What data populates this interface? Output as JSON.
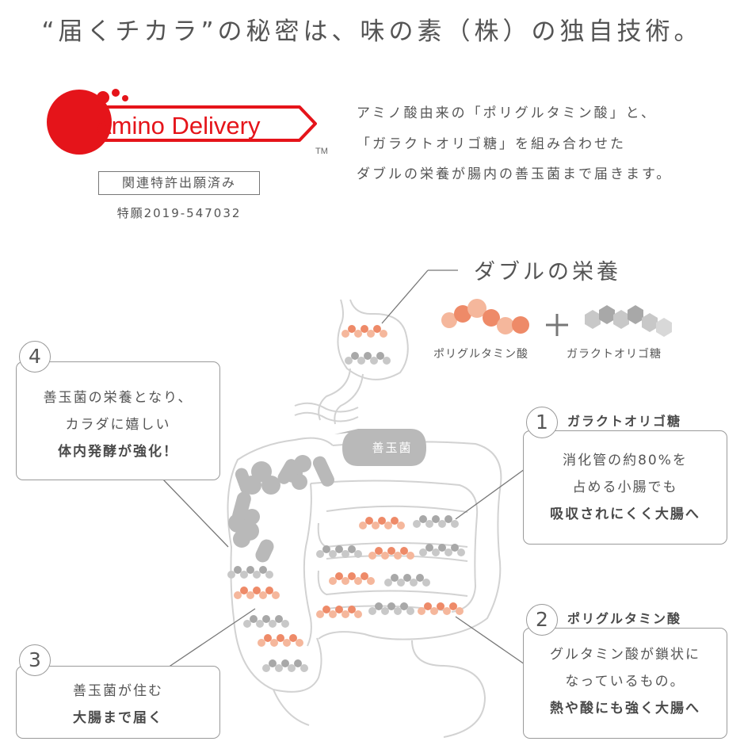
{
  "title": "“届くチカラ”の秘密は、味の素（株）の独自技術。",
  "logo": {
    "text": "Amino Delivery",
    "tm": "TM"
  },
  "patent": {
    "label": "関連特許出願済み",
    "number": "特願2019-547032"
  },
  "intro": [
    "アミノ酸由来の「ポリグルタミン酸」と、",
    "「ガラクトオリゴ糖」を組み合わせた",
    "ダブルの栄養が腸内の善玉菌まで届きます。"
  ],
  "double_nutrition": {
    "title": "ダブルの栄養",
    "left_label": "ポリグルタミン酸",
    "plus": "+",
    "right_label": "ガラクトオリゴ糖"
  },
  "bacteria_label": "善玉菌",
  "steps": [
    {
      "number": "1",
      "heading": "ガラクトオリゴ糖",
      "lines": [
        "消化管の約80%を",
        "占める小腸でも",
        "吸収されにくく大腸へ"
      ]
    },
    {
      "number": "2",
      "heading": "ポリグルタミン酸",
      "lines": [
        "グルタミン酸が鎖状に",
        "なっているもの。",
        "熱や酸にも強く大腸へ"
      ]
    },
    {
      "number": "3",
      "heading": "",
      "lines": [
        "善玉菌が住む",
        "大腸まで届く"
      ]
    },
    {
      "number": "4",
      "heading": "",
      "lines": [
        "善玉菌の栄養となり、",
        "カラダに嬉しい",
        "体内発酵が強化！"
      ]
    }
  ],
  "colors": {
    "brand_red": "#e5141a",
    "orange": "#ee8a68",
    "orange_light": "#f5b79c",
    "gray_dot": "#a8a8a8",
    "gray_light": "#c8c8c8",
    "outline": "#d2d2d2",
    "bubble": "#b9b9b9"
  }
}
